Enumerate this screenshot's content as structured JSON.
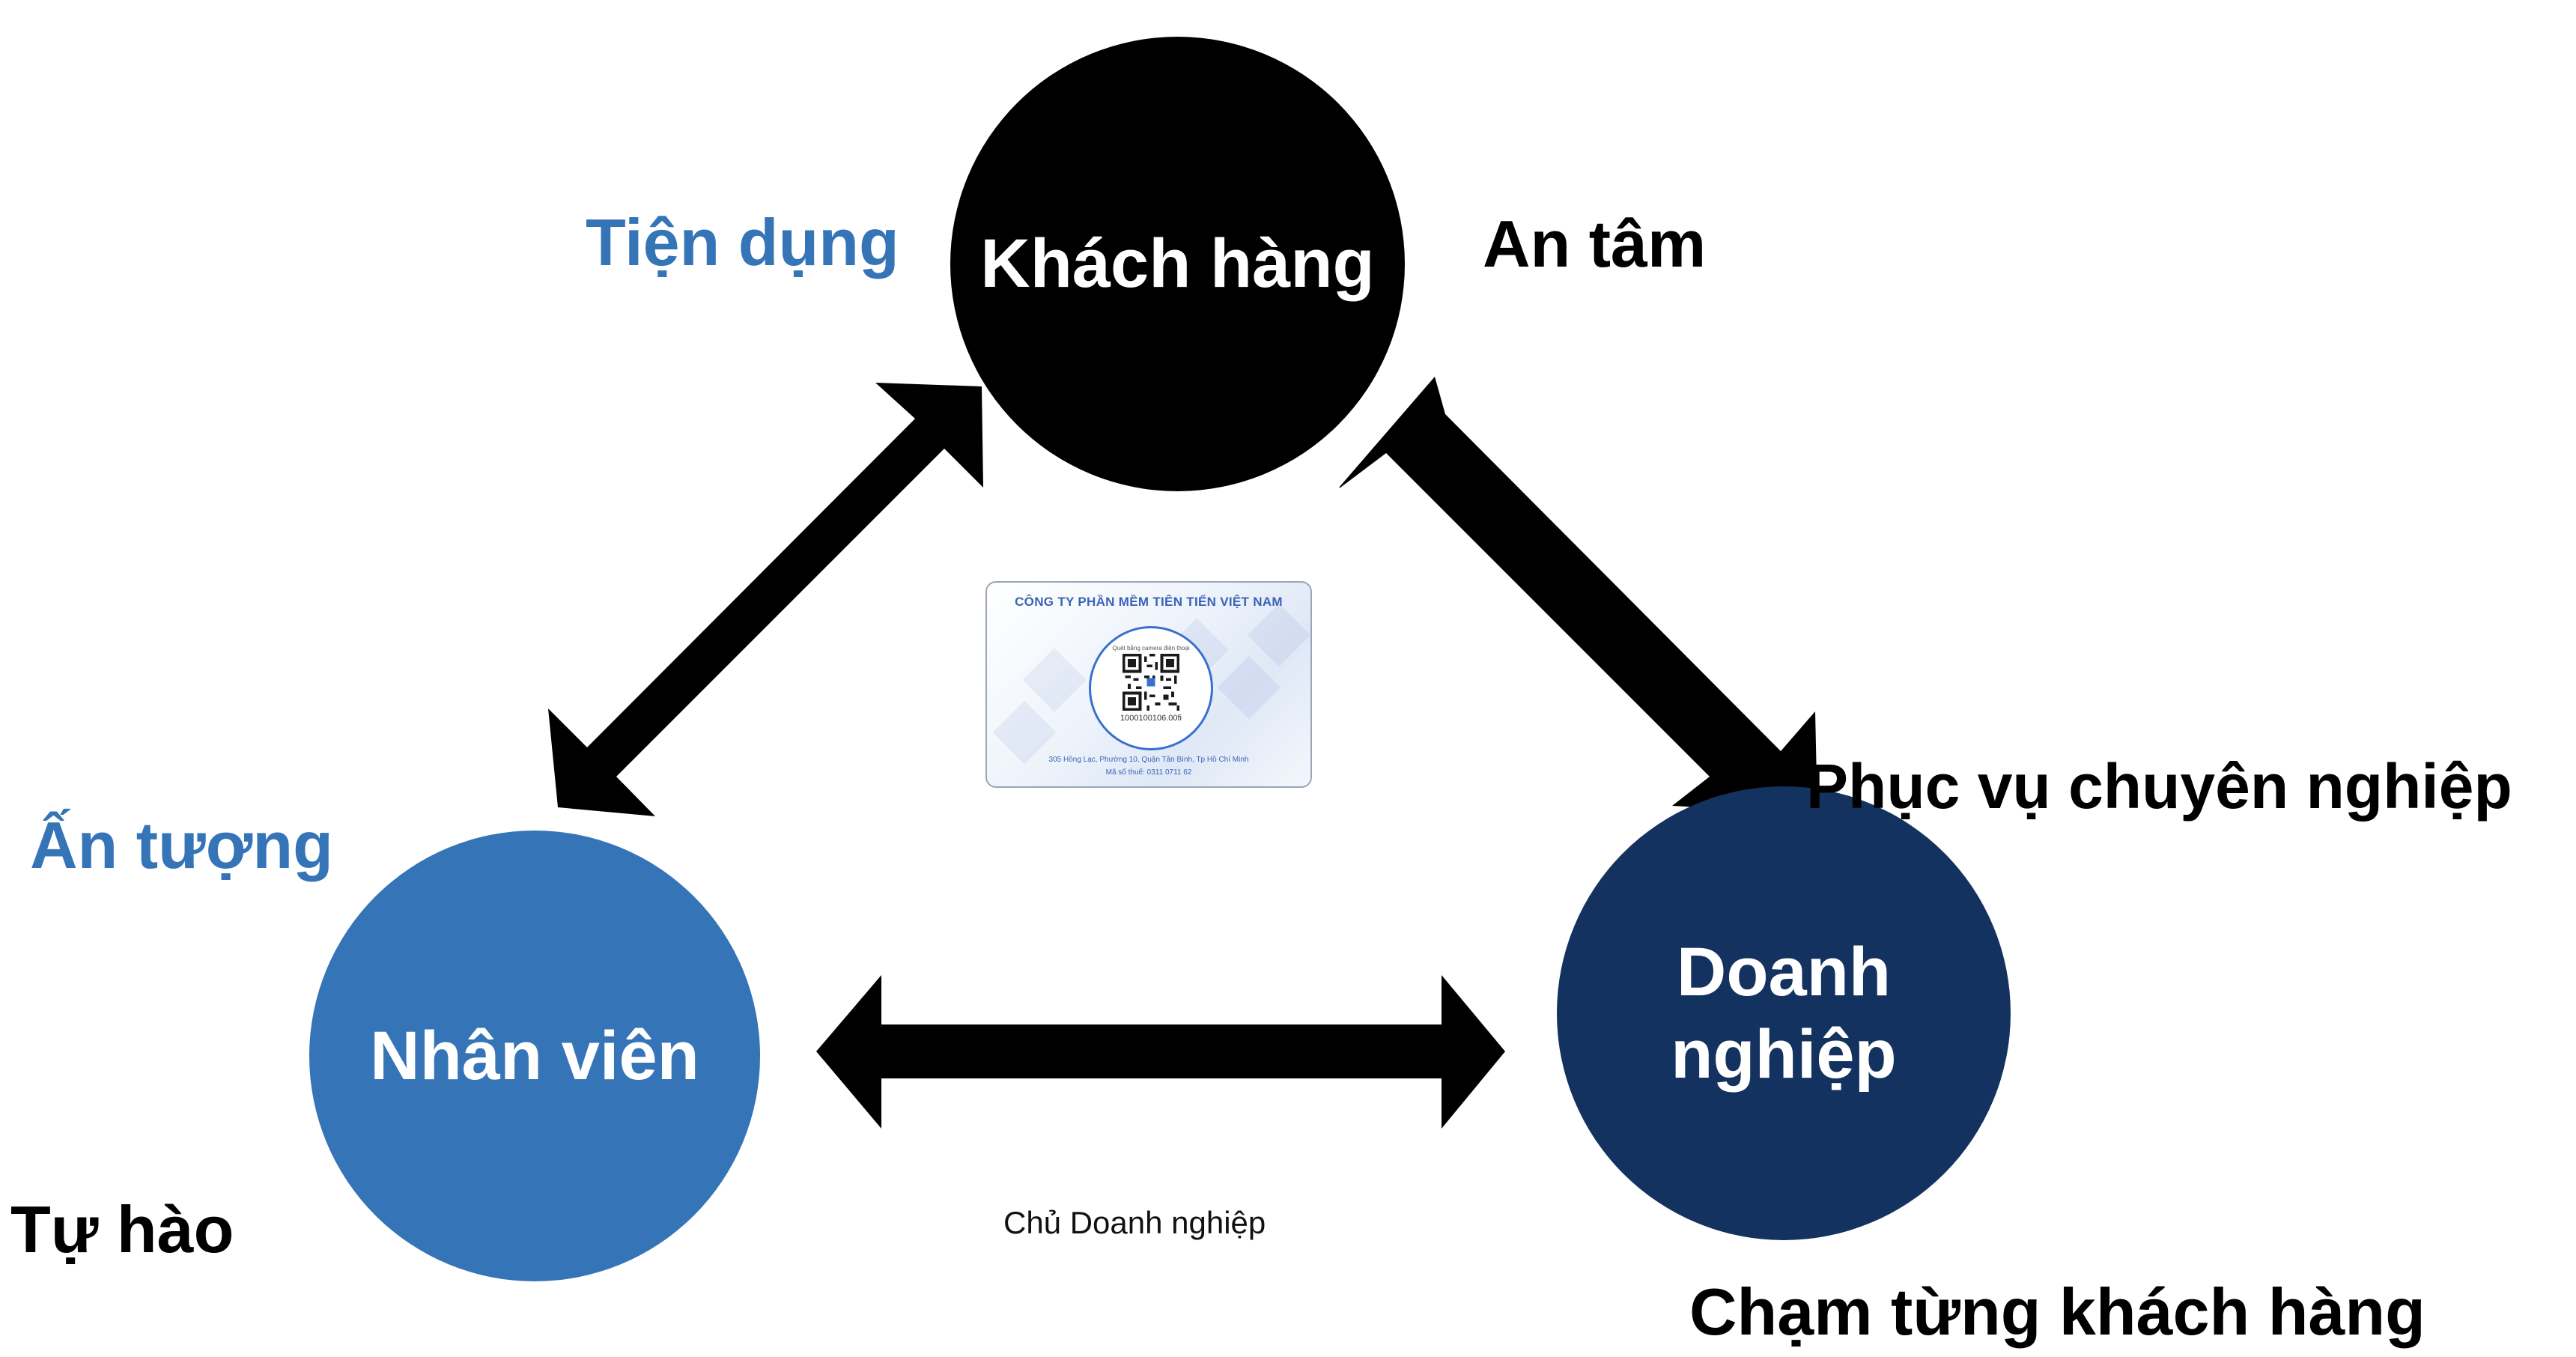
{
  "nodes": {
    "khach_hang": "Khách hàng",
    "nhan_vien": "Nhân viên",
    "doanh_nghiep_line1": "Doanh",
    "doanh_nghiep_line2": "nghiệp"
  },
  "labels": {
    "tien_dung": "Tiện dụng",
    "an_tam": "An tâm",
    "an_tuong": "Ấn tượng",
    "tu_hao": "Tự hào",
    "phuc_vu": "Phục vụ chuyên nghiệp",
    "cham": "Chạm từng khách hàng",
    "chu_dn": "Chủ Doanh nghiệp"
  },
  "card": {
    "company": "CÔNG TY PHẦN MỀM TIÊN TIẾN VIỆT NAM",
    "qr_caption": "Quét bằng camera điện thoại",
    "qr_number": "1000100106.00fi",
    "address": "305 Hồng Lạc, Phường 10, Quận Tân Bình, Tp Hồ Chí Minh",
    "tax": "Mã số thuế: 0311 0711 62"
  },
  "colors": {
    "black_node": "#000000",
    "blue_node": "#3474b7",
    "navy_node": "#14325f",
    "blue_text": "#3474b7",
    "arrow": "#000000"
  }
}
